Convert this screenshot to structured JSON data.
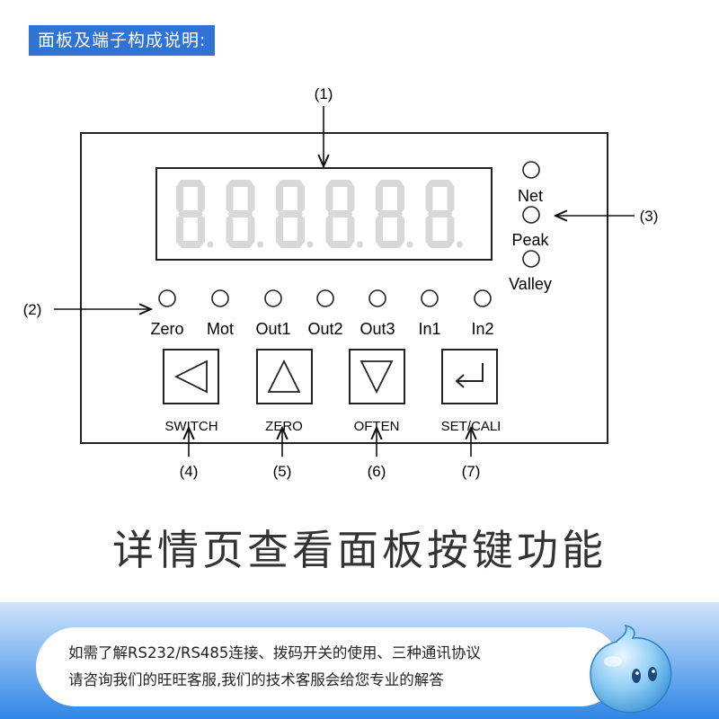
{
  "header": {
    "title": "面板及端子构成说明:"
  },
  "display": {
    "digits": "888888"
  },
  "callouts": {
    "c1": "(1)",
    "c2": "(2)",
    "c3": "(3)",
    "c4": "(4)",
    "c5": "(5)",
    "c6": "(6)",
    "c7": "(7)"
  },
  "side_leds": [
    {
      "label": "Net"
    },
    {
      "label": "Peak"
    },
    {
      "label": "Valley"
    }
  ],
  "status_leds": [
    {
      "label": "Zero"
    },
    {
      "label": "Mot"
    },
    {
      "label": "Out1"
    },
    {
      "label": "Out2"
    },
    {
      "label": "Out3"
    },
    {
      "label": "In1"
    },
    {
      "label": "In2"
    }
  ],
  "keys": [
    {
      "icon": "left-triangle-icon",
      "label": "SWITCH"
    },
    {
      "icon": "up-triangle-icon",
      "label": "ZERO"
    },
    {
      "icon": "down-triangle-icon",
      "label": "OFTEN"
    },
    {
      "icon": "enter-arrow-icon",
      "label": "SET/CALI"
    }
  ],
  "caption": "详情页查看面板按键功能",
  "footer": {
    "line1": "如需了解RS232/RS485连接、拨码开关的使用、三种通讯协议",
    "line2": "请咨询我们的旺旺客服,我们的技术客服会给您专业的解答"
  },
  "colors": {
    "accent": "#2f73d6",
    "segment": "#d8d8d8",
    "footer_gradient_end": "#2f86e6"
  }
}
